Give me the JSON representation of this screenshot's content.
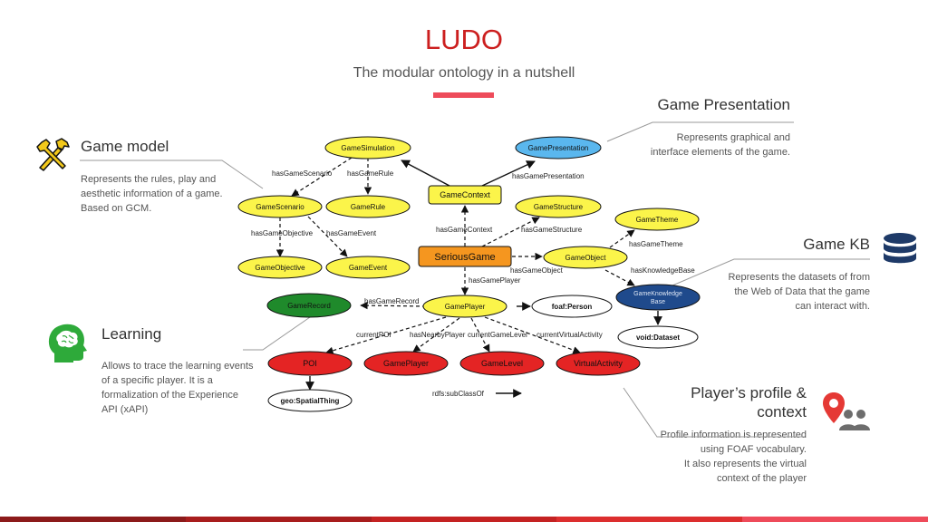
{
  "header": {
    "title": "LUDO",
    "subtitle": "The modular ontology in a nutshell"
  },
  "sections": {
    "game_model": {
      "heading": "Game model",
      "lines": [
        "Represents the rules, play and",
        "aesthetic information of a game.",
        "Based on GCM."
      ]
    },
    "learning": {
      "heading": "Learning",
      "lines": [
        "Allows to trace the learning events",
        "of a specific player. It is a",
        "formalization of the Experience",
        "API (xAPI)"
      ]
    },
    "game_presentation": {
      "heading": "Game Presentation",
      "lines": [
        "Represents graphical and",
        "interface elements of the game."
      ]
    },
    "game_kb": {
      "heading": "Game KB",
      "lines": [
        "Represents the datasets of from",
        "the Web of Data that the game",
        "can interact with."
      ]
    },
    "players_profile": {
      "heading_lines": [
        "Player’s profile &",
        "context"
      ],
      "lines": [
        "Profile information is represented",
        "using FOAF vocabulary.",
        "It also represents the virtual",
        "context of the player"
      ]
    }
  },
  "diagram": {
    "nodes": {
      "game_simulation": "GameSimulation",
      "game_presentation": "GamePresentation",
      "game_context": "GameContext",
      "game_scenario": "GameScenario",
      "game_rule": "GameRule",
      "game_structure": "GameStructure",
      "game_theme": "GameTheme",
      "game_objective": "GameObjective",
      "game_event": "GameEvent",
      "serious_game": "SeriousGame",
      "game_object": "GameObject",
      "game_knowledge_base": [
        "GameKnowledge",
        "Base"
      ],
      "game_record": "GameRecord",
      "game_player": "GamePlayer",
      "foaf_person": "foaf:Person",
      "void_dataset": "void:Dataset",
      "poi": "POI",
      "game_player_sub": "GamePlayer",
      "game_level": "GameLevel",
      "virtual_activity": "VirtualActivity",
      "geo_spatial_thing": "geo:SpatialThing"
    },
    "edge_labels": {
      "has_game_scenario": "hasGameScenario",
      "has_game_rule": "hasGameRule",
      "has_game_presentation": "hasGamePresentation",
      "has_game_objective": "hasGameObjective",
      "has_game_event": "hasGameEvent",
      "has_game_context": "hasGameContext",
      "has_game_structure": "hasGameStructure",
      "has_game_theme": "hasGameTheme",
      "has_game_object": "hasGameObject",
      "has_knowledge_base": "hasKnowledgeBase",
      "has_game_player": "hasGamePlayer",
      "has_game_record": "hasGameRecord",
      "current_poi": "currentPOI",
      "has_nearby_player": "hasNearbyPlayer",
      "current_game_level": "currentGameLevel",
      "current_virtual_activity": "currentVirtualActivity"
    },
    "legend": "rdfs:subClassOf"
  },
  "colors": {
    "title_red": "#cc1f1f",
    "accent_bar": "#ee4b5a",
    "yellow_node": "#fbf44a",
    "blue_node": "#5ab7ee",
    "orange_node": "#f5961f",
    "green_node": "#1f8a2b",
    "dark_blue_node": "#1f4a8c",
    "red_node": "#e42424",
    "icon_green": "#2eaa3a",
    "icon_red": "#e53935",
    "icon_navy": "#1e3a68"
  },
  "icons": [
    "tools-icon",
    "brain-head-icon",
    "database-icon",
    "location-pin-icon",
    "users-icon"
  ]
}
